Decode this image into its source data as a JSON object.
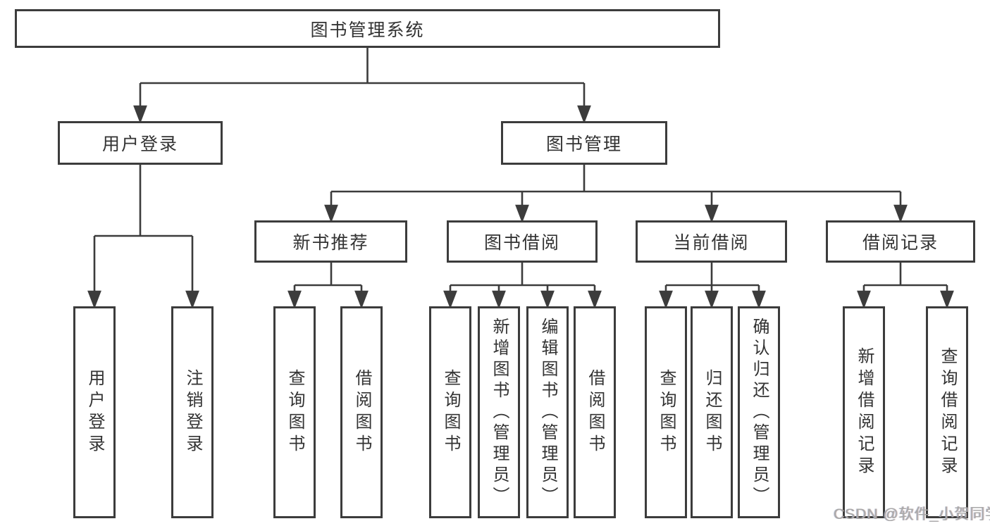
{
  "diagram": {
    "title_node": "图书管理系统",
    "root": {
      "label": "图书管理系统"
    },
    "branches": [
      {
        "label": "用户登录",
        "children": [
          {
            "label": "用户登录"
          },
          {
            "label": "注销登录"
          }
        ]
      },
      {
        "label": "图书管理",
        "children": [
          {
            "label": "新书推荐",
            "children": [
              {
                "label": "查询图书"
              },
              {
                "label": "借阅图书"
              }
            ]
          },
          {
            "label": "图书借阅",
            "children": [
              {
                "label": "查询图书"
              },
              {
                "label": "新增图书（管理员）"
              },
              {
                "label": "编辑图书（管理员）"
              },
              {
                "label": "借阅图书"
              }
            ]
          },
          {
            "label": "当前借阅",
            "children": [
              {
                "label": "查询图书"
              },
              {
                "label": "归还图书"
              },
              {
                "label": "确认归还（管理员）"
              }
            ]
          },
          {
            "label": "借阅记录",
            "children": [
              {
                "label": "新增借阅记录"
              },
              {
                "label": "查询借阅记录"
              }
            ]
          }
        ]
      }
    ]
  },
  "watermark": {
    "text": "CSDN @软件_小贺同学"
  },
  "colors": {
    "line": "#3c3c3c",
    "text": "#333333",
    "watermark": "#a8a8a8",
    "background": "#ffffff"
  }
}
